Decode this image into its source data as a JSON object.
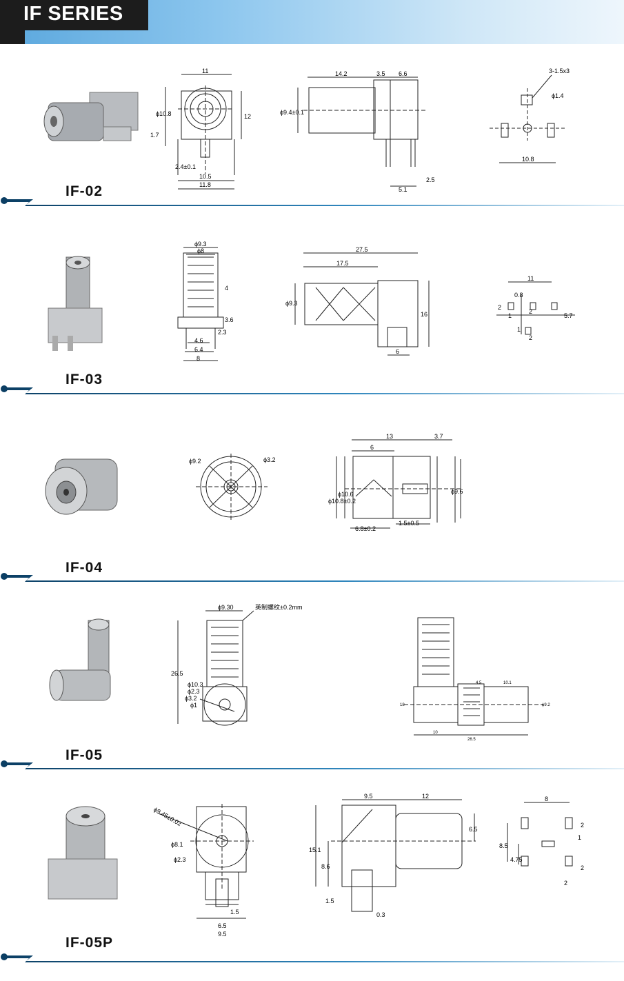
{
  "header": {
    "title": "IF SERIES"
  },
  "sections": [
    {
      "label": "IF-02",
      "dims": [
        "11",
        "12",
        "ϕ10.8",
        "1.7",
        "2.4±0.1",
        "10.5",
        "11.8",
        "14.2",
        "3.5",
        "6.6",
        "ϕ9.4±0.1",
        "5.1",
        "2.5",
        "3-1.5x3",
        "ϕ1.4",
        "10.8"
      ]
    },
    {
      "label": "IF-03",
      "dims": [
        "ϕ9.3",
        "ϕ8",
        "4",
        "3.6",
        "2.3",
        "4.6",
        "6.4",
        "8",
        "27.5",
        "17.5",
        "ϕ9.3",
        "16",
        "6",
        "11",
        "0.8",
        "2",
        "1",
        "2",
        "5.7",
        "1",
        "2"
      ]
    },
    {
      "label": "IF-04",
      "dims": [
        "ϕ9.2",
        "ϕ3.2",
        "13",
        "3.7",
        "6",
        "ϕ10.8±0.2",
        "ϕ10.6",
        "ϕ9.6",
        "6.8±0.2",
        "1.5±0.5"
      ]
    },
    {
      "label": "IF-05",
      "dims": [
        "ϕ9.30",
        "英制螺纹±0.2mm",
        "26.5",
        "ϕ10.3",
        "ϕ2.3",
        "ϕ3.2",
        "ϕ1",
        "4.5",
        "10.1",
        "18",
        "ϕ9.2",
        "10",
        "26.5"
      ]
    },
    {
      "label": "IF-05P",
      "dims": [
        "ϕ9.45±0.02",
        "ϕ8.1",
        "ϕ2.3",
        "1.5",
        "6.5",
        "9.5",
        "9.5",
        "12",
        "6.5",
        "15.1",
        "8.6",
        "1.5",
        "0.3",
        "8",
        "2",
        "1",
        "8.5",
        "4.75",
        "2",
        "2"
      ]
    }
  ]
}
